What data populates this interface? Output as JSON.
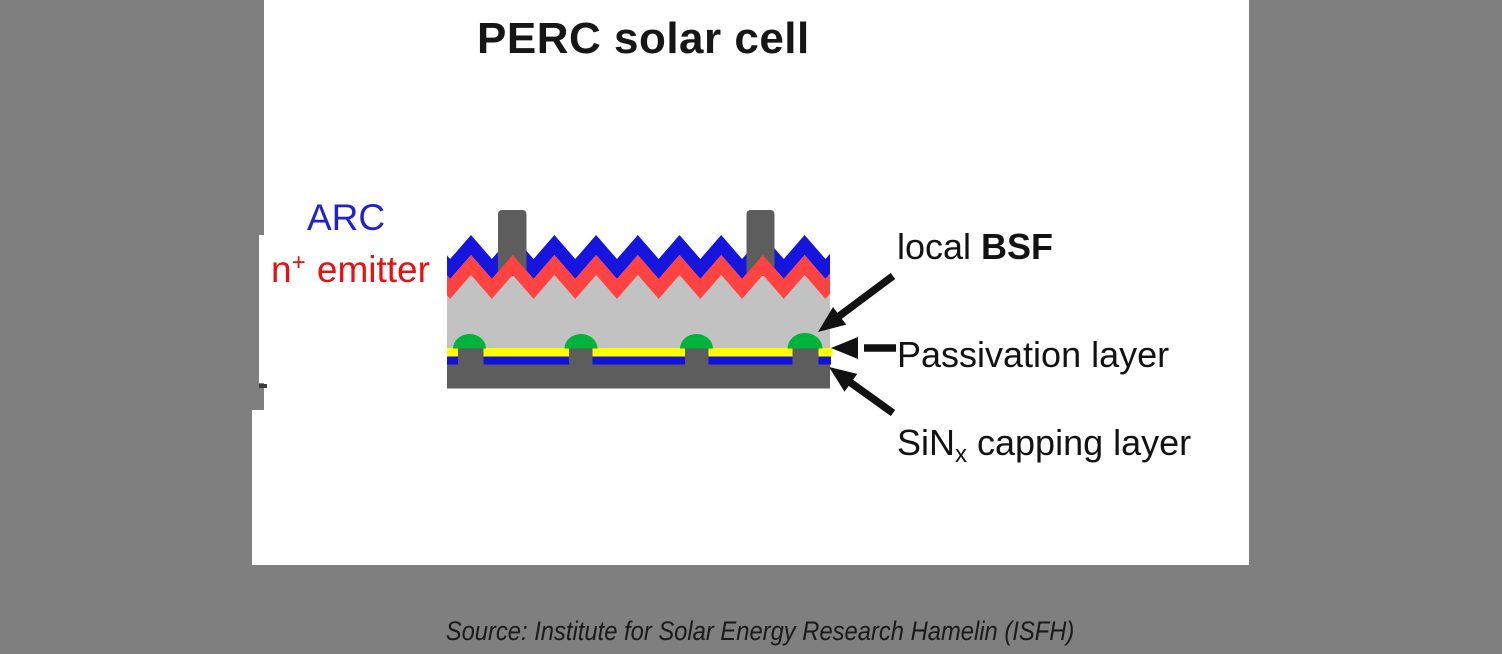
{
  "title": "PERC solar cell",
  "left_labels": {
    "arc": "ARC",
    "emitter_n": "n",
    "emitter_sup": "+",
    "emitter_rest": " emitter"
  },
  "right_labels": {
    "local_prefix": "local ",
    "local_bold": "BSF",
    "passivation": "Passivation layer",
    "sin_base": "SiN",
    "sin_sub": "x",
    "sin_rest": " capping layer"
  },
  "source_caption": "Source: Institute for Solar Energy Research Hamelin (ISFH)",
  "colors": {
    "background_gray": "#7f7f7f",
    "panel_white": "#ffffff",
    "title_text": "#161616",
    "arc_text_blue": "#2222cc",
    "emitter_text_red": "#e81111",
    "band_blue": "#1515dd",
    "band_red": "#ff4343",
    "bulk_gray": "#c2c2c2",
    "dark_gray": "#5d5d5d",
    "bsf_green": "#00b33c",
    "passivation_yellow": "#ffff00",
    "capping_blue": "#1212d8",
    "arrow_black": "#111111"
  },
  "diagram": {
    "front_contact_fingers": 2,
    "local_bsf_domes": 4,
    "layers_top_to_bottom": [
      {
        "label": "front contact fingers",
        "color": "#5d5d5d"
      },
      {
        "label": "ARC",
        "color": "#1515dd"
      },
      {
        "label": "n+ emitter",
        "color": "#ff4343"
      },
      {
        "label": "wafer bulk",
        "color": "#c2c2c2"
      },
      {
        "label": "local BSF",
        "color": "#00b33c"
      },
      {
        "label": "Passivation layer",
        "color": "#ffff00"
      },
      {
        "label": "SiNx capping layer",
        "color": "#1212d8"
      },
      {
        "label": "rear metal",
        "color": "#5d5d5d"
      }
    ]
  }
}
